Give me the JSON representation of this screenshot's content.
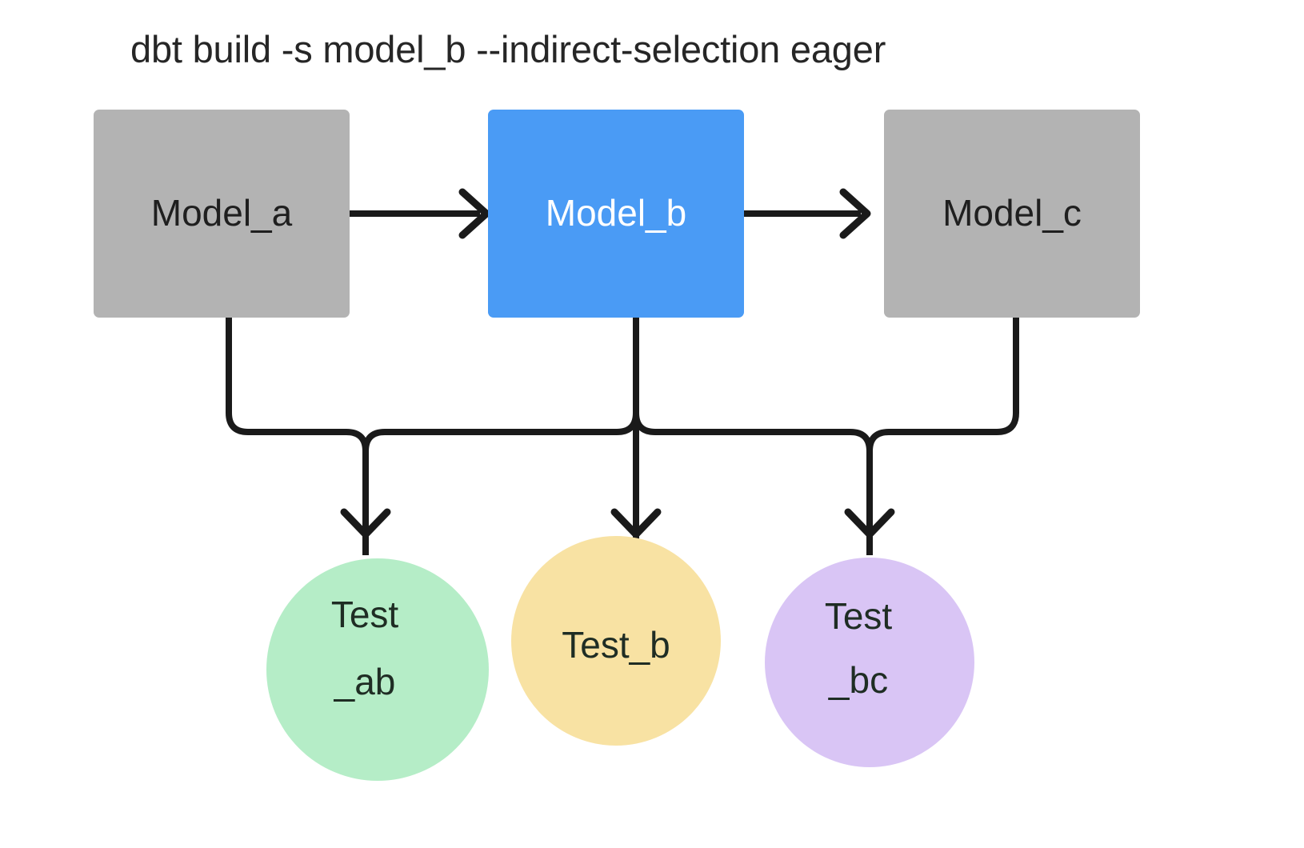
{
  "title": "dbt build -s model_b --indirect-selection eager",
  "colors": {
    "background": "#ffffff",
    "title_text": "#262626",
    "edge": "#1a1a1a",
    "model_default_fill": "#b3b3b3",
    "model_selected_fill": "#4a9bf5",
    "model_default_text": "#1f1f1f",
    "model_selected_text": "#ffffff",
    "test_ab_fill": "#b5edc7",
    "test_b_fill": "#f8e2a3",
    "test_bc_fill": "#d9c5f5",
    "test_text": "#1f2d24"
  },
  "nodes": {
    "models": [
      {
        "id": "model_a",
        "label": "Model_a",
        "selected": false
      },
      {
        "id": "model_b",
        "label": "Model_b",
        "selected": true
      },
      {
        "id": "model_c",
        "label": "Model_c",
        "selected": false
      }
    ],
    "tests": [
      {
        "id": "test_ab",
        "label_line1": "Test",
        "label_line2": "_ab",
        "lines": 2
      },
      {
        "id": "test_b",
        "label_line1": "Test_b",
        "label_line2": "",
        "lines": 1
      },
      {
        "id": "test_bc",
        "label_line1": "Test",
        "label_line2": "_bc",
        "lines": 2
      }
    ]
  },
  "edges": [
    {
      "from": "model_a",
      "to": "model_b",
      "style": "arrow-right"
    },
    {
      "from": "model_b",
      "to": "model_c",
      "style": "arrow-right"
    },
    {
      "from": "model_a",
      "to": "test_ab",
      "style": "elbow-down"
    },
    {
      "from": "model_b",
      "to": "test_ab",
      "style": "elbow-down"
    },
    {
      "from": "model_b",
      "to": "test_b",
      "style": "straight-down"
    },
    {
      "from": "model_b",
      "to": "test_bc",
      "style": "elbow-down"
    },
    {
      "from": "model_c",
      "to": "test_bc",
      "style": "elbow-down"
    }
  ]
}
